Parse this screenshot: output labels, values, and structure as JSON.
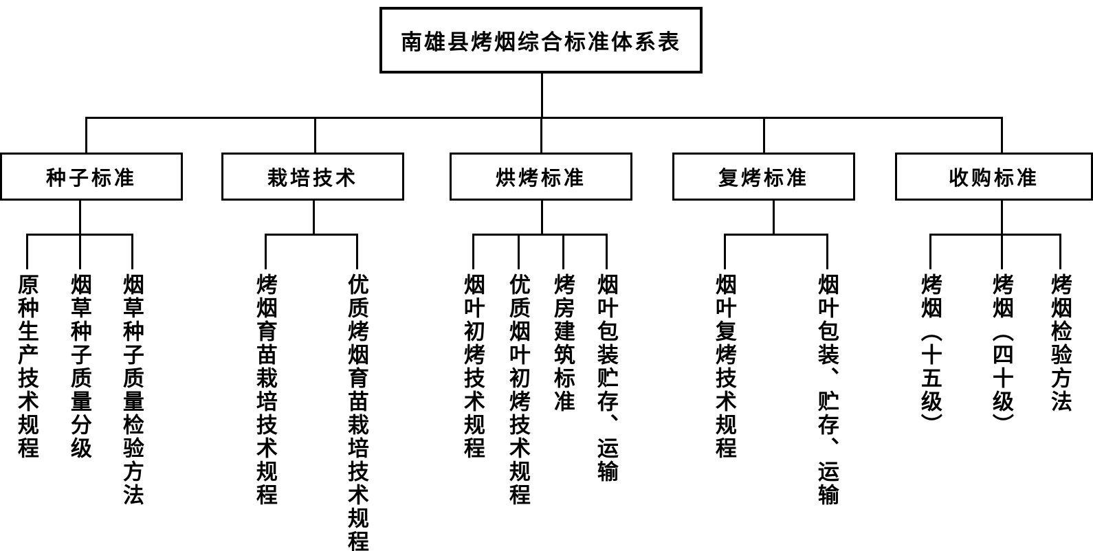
{
  "diagram": {
    "title": "南雄县烤烟综合标准体系表",
    "type": "organizational-tree",
    "root": {
      "label": "南雄县烤烟综合标准体系表"
    },
    "branches": [
      {
        "id": "seed",
        "label": "种子标准",
        "leaves": [
          "原种生产技术规程",
          "烟草种子质量分级",
          "烟草种子质量检验方法"
        ]
      },
      {
        "id": "cultivation",
        "label": "栽培技术",
        "leaves": [
          "烤烟育苗栽培技术规程",
          "优质烤烟育苗栽培技术规程"
        ]
      },
      {
        "id": "curing",
        "label": "烘烤标准",
        "leaves": [
          "烟叶初烤技术规程",
          "优质烟叶初烤技术规程",
          "烤房建筑标准",
          "烟叶包装贮存、运输"
        ]
      },
      {
        "id": "redrying",
        "label": "复烤标准",
        "leaves": [
          "烟叶复烤技术规程",
          "烟叶包装、贮存、运输"
        ]
      },
      {
        "id": "purchasing",
        "label": "收购标准",
        "leaves": [
          "烤烟（十五级）",
          "烤烟（四十级）",
          "烤烟检验方法"
        ]
      }
    ],
    "colors": {
      "line": "#000000",
      "text": "#000000",
      "background": "#ffffff"
    }
  }
}
